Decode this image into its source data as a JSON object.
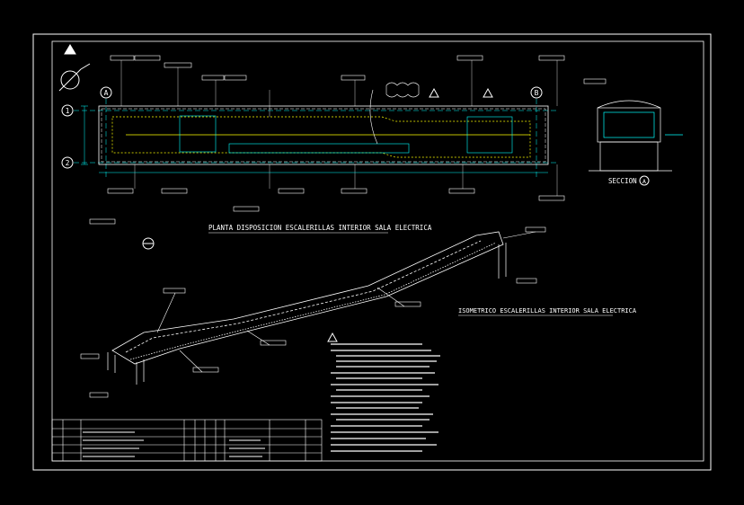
{
  "drawing": {
    "plan_title": "PLANTA DISPOSICION ESCALERILLAS INTERIOR SALA ELECTRICA",
    "iso_title": "ISOMETRICO ESCALERILLAS INTERIOR SALA ELECTRICA",
    "section_title": "SECCION",
    "section_ref": "A",
    "grid_a": "A",
    "grid_b": "B",
    "grid_1": "1",
    "grid_2": "2",
    "colors": {
      "background": "#000000",
      "frame": "#ffffff",
      "tray": "#ffffff",
      "dims": "#00ffff",
      "notes": "#ffffff",
      "accent": "#ffff00"
    }
  }
}
